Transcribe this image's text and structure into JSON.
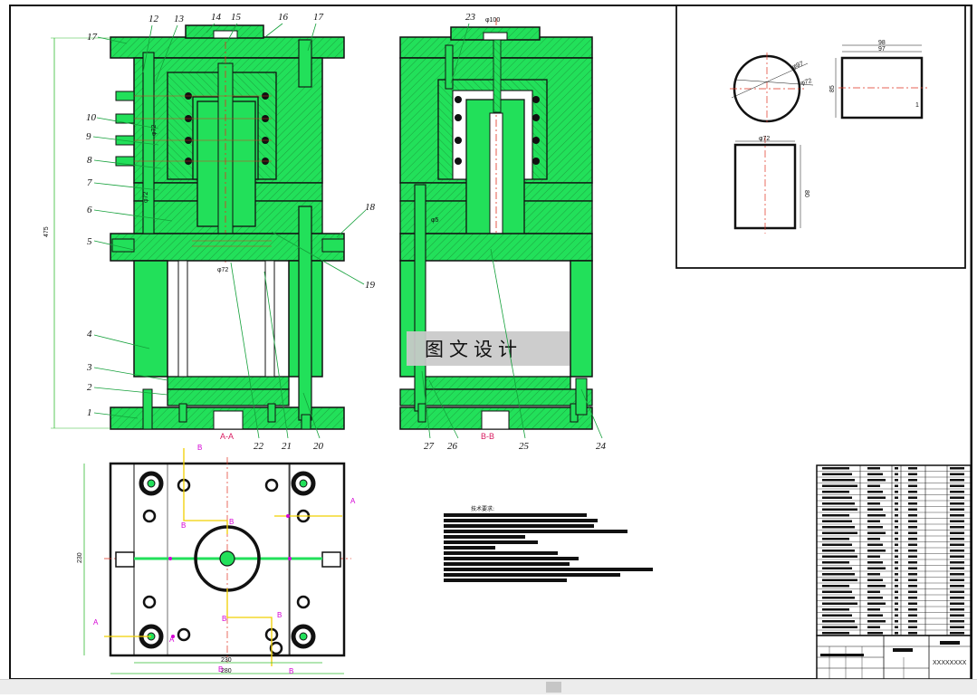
{
  "colors": {
    "fill": "#22e05a",
    "outline": "#111111",
    "hatch": "#1c9b3c",
    "leader": "#14a03a",
    "center": "#e0301e",
    "section": "#d81b60",
    "marker": "#d500d5",
    "dimension": "#33bb33",
    "watermark_bg": "#c9c9c9"
  },
  "section_a": {
    "labels": {
      "p1": "1",
      "p2": "2",
      "p3": "3",
      "p4": "4",
      "p5": "5",
      "p6": "6",
      "p7": "7",
      "p8": "8",
      "p9": "9",
      "p10": "10",
      "p11": "17",
      "p12": "12",
      "p13": "13",
      "p14": "14",
      "p15": "15",
      "p16": "16",
      "p17": "17",
      "p18": "18",
      "p19": "19",
      "p20": "20",
      "p21": "21",
      "p22": "22"
    },
    "section_label": "A-A",
    "overall_height": "475",
    "bore_dim": "φ72",
    "bore_dim2": "φ72",
    "runner_dim": "φ72"
  },
  "section_b": {
    "labels": {
      "p23": "23",
      "p24": "24",
      "p25": "25",
      "p26": "26",
      "p27": "27"
    },
    "section_label": "B-B",
    "top_dim": "φ100",
    "side_dim": "φ5"
  },
  "plan_view": {
    "width_outer": "280",
    "width_inner": "230",
    "height_dim": "230",
    "marks": {
      "a1": "A",
      "a2": "A",
      "a3": "A",
      "b1": "B",
      "b2": "B",
      "b3": "B",
      "b4": "B",
      "b5": "B",
      "b6": "B",
      "b7": "B"
    }
  },
  "part_view": {
    "d_top": "98",
    "d_top2": "97",
    "d_circle": "φ97",
    "d_circle2": "φ72",
    "d_height": "85",
    "d_side": "1",
    "d_lower_w": "φ72",
    "d_lower_h": "80"
  },
  "watermark": "图文设计",
  "tech_title": "技术要求:",
  "title_block": {
    "drawing_no": "XXXXXXXX"
  }
}
